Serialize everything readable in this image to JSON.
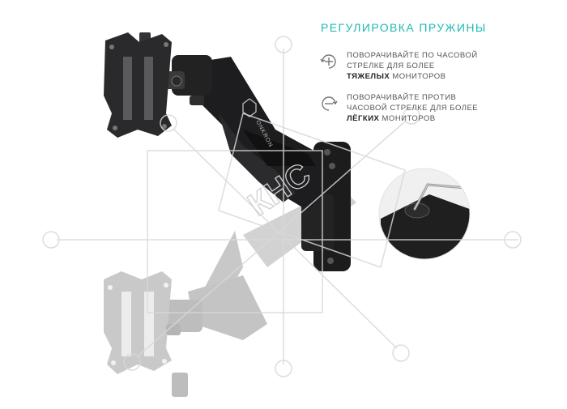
{
  "heading": "РЕГУЛИРОВКА ПРУЖИНЫ",
  "notes": [
    {
      "icon": "rotate-clockwise-plus-icon",
      "line1": "ПОВОРАЧИВАЙТЕ ПО ЧАСОВОЙ",
      "line2": "СТРЕЛКЕ ДЛЯ БОЛЕЕ",
      "bold": "ТЯЖЕЛЫХ",
      "rest": " МОНИТОРОВ"
    },
    {
      "icon": "rotate-counterclockwise-minus-icon",
      "line1": "ПОВОРАЧИВАЙТЕ ПРОТИВ",
      "line2": "ЧАСОВОЙ СТРЕЛКЕ ДЛЯ БОЛЕЕ",
      "bold": "ЛЁГКИХ",
      "rest": " МОНИТОРОВ"
    }
  ],
  "brand_logo_text": "ONKRON",
  "watermark_text": "КНС",
  "colors": {
    "accent": "#1fb8b4",
    "arm": "#1d1d1f",
    "arm_ghost": "#c9c9c9"
  }
}
